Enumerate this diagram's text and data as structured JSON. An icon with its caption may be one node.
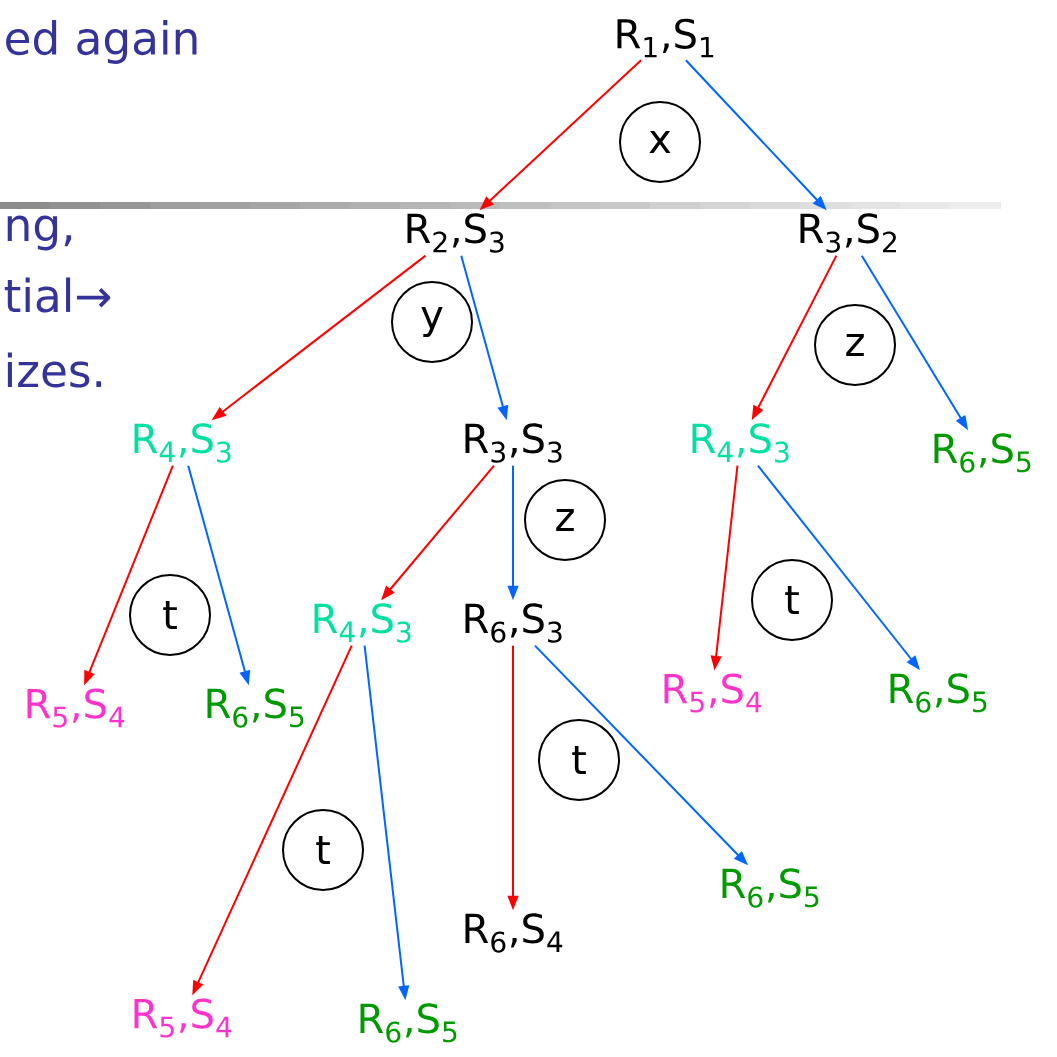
{
  "diagram": {
    "nodes": [
      {
        "text": [
          "R$_{1}$,S$_{1}$"
        ]
      },
      {
        "text": [
          "x"
        ]
      },
      {
        "text": [
          "R$_{2}$,S$_{3}$"
        ]
      },
      {
        "text": [
          "R$_{3}$,S$_{2}$"
        ]
      },
      {
        "text": [
          "y"
        ]
      },
      {
        "text": [
          "z"
        ]
      },
      {
        "text": [
          "R$_{4}$,S$_{3}$"
        ]
      },
      {
        "text": [
          "R$_{3}$,S$_{3}$"
        ]
      },
      {
        "text": [
          "R$_{4}$,S$_{3}$"
        ]
      },
      {
        "text": [
          "R$_{6}$,S$_{5}$"
        ]
      },
      {
        "text": [
          "z"
        ]
      },
      {
        "text": [
          "t"
        ]
      },
      {
        "text": [
          "t"
        ]
      },
      {
        "text": [
          "R$_{4}$,S$_{3}$"
        ]
      },
      {
        "text": [
          "R$_{6}$,S$_{3}$"
        ]
      },
      {
        "text": [
          "R$_{5}$,S$_{4}$"
        ]
      },
      {
        "text": [
          "R$_{6}$,S$_{5}$"
        ]
      },
      {
        "text": [
          "R$_{5}$,S$_{4}$"
        ]
      },
      {
        "text": [
          "R$_{6}$,S$_{5}$"
        ]
      },
      {
        "text": [
          "t"
        ]
      },
      {
        "text": [
          "t"
        ]
      },
      {
        "text": [
          "R$_{6}$,S$_{5}$"
        ]
      },
      {
        "text": [
          "R$_{6}$,S$_{4}$"
        ]
      },
      {
        "text": [
          "R$_{5}$,S$_{4}$"
        ]
      },
      {
        "text": [
          "R$_{6}$,S$_{5}$"
        ]
      }
    ],
    "edges": [
      {
        "from": 0,
        "to": 2,
        "arrow": "to",
        "color": "#ff0000"
      },
      {
        "from": 0,
        "to": 3,
        "arrow": "to",
        "color": "#0066ff"
      },
      {
        "from": 2,
        "to": 6,
        "arrow": "to",
        "color": "#ff0000"
      },
      {
        "from": 2,
        "to": 7,
        "arrow": "to",
        "color": "#0066ff"
      },
      {
        "from": 3,
        "to": 8,
        "arrow": "to",
        "color": "#ff0000"
      },
      {
        "from": 3,
        "to": 9,
        "arrow": "to",
        "color": "#0066ff"
      },
      {
        "from": 6,
        "to": 15,
        "arrow": "to",
        "color": "#ff0000"
      },
      {
        "from": 6,
        "to": 16,
        "arrow": "to",
        "color": "#0066ff"
      },
      {
        "from": 7,
        "to": 13,
        "arrow": "to",
        "color": "#ff0000"
      },
      {
        "from": 7,
        "to": 14,
        "arrow": "to",
        "color": "#0066ff"
      },
      {
        "from": 8,
        "to": 17,
        "arrow": "to",
        "color": "#ff0000"
      },
      {
        "from": 8,
        "to": 18,
        "arrow": "to",
        "color": "#0066ff"
      },
      {
        "from": 13,
        "to": 23,
        "arrow": "to",
        "color": "#ff0000"
      },
      {
        "from": 13,
        "to": 24,
        "arrow": "to",
        "color": "#0066ff"
      },
      {
        "from": 14,
        "to": 22,
        "arrow": "to",
        "color": "#ff0000"
      },
      {
        "from": 14,
        "to": 21,
        "arrow": "to",
        "color": "#0066ff"
      }
    ],
    "labels": [
      "ed again",
      "ng,",
      "tial→",
      "izes."
    ]
  }
}
